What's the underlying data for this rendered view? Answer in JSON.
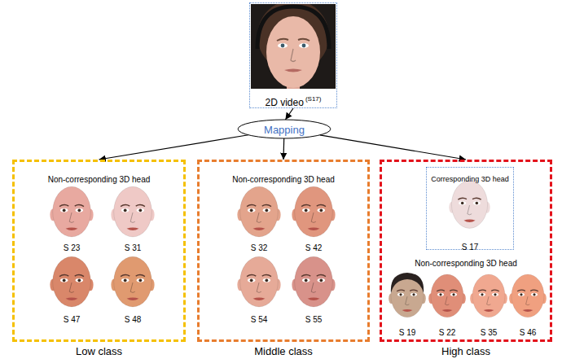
{
  "diagram": {
    "nodes": [
      {
        "text": [
          "2D video",
          "(S17)"
        ]
      },
      {
        "text": [
          "Mapping"
        ]
      },
      {
        "text": [
          "Non-corresponding 3D head",
          "Low class"
        ]
      },
      {
        "text": [
          "Non-corresponding 3D head",
          "Middle class"
        ]
      },
      {
        "text": [
          "Non-corresponding 3D head",
          "High class"
        ]
      },
      {
        "text": [
          "Corresponding 3D head",
          "S 17"
        ],
        "in": 4
      }
    ],
    "edges": [
      {
        "from": 0,
        "to": 1,
        "arrow": "to"
      },
      {
        "from": 1,
        "to": 2,
        "arrow": "to"
      },
      {
        "from": 1,
        "to": 3,
        "arrow": "to"
      },
      {
        "from": 1,
        "to": 4,
        "arrow": "to"
      }
    ],
    "labels": [
      "S 23",
      "S 31",
      "S 47",
      "S 48",
      "S 32",
      "S 42",
      "S 54",
      "S 55",
      "S 19",
      "S 22",
      "S 35",
      "S 46"
    ]
  }
}
